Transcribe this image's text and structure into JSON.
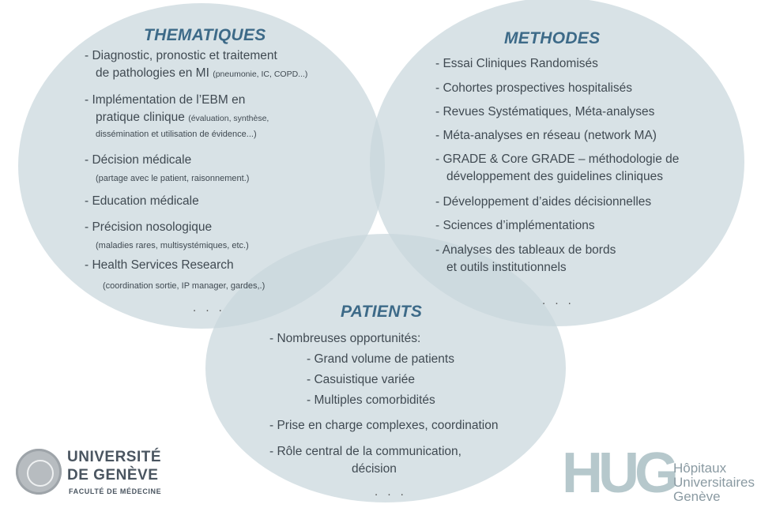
{
  "thematiques": {
    "title": "THEMATIQUES",
    "items": [
      {
        "line1": "- Diagnostic, pronostic et traitement",
        "line2": "de pathologies en MI",
        "note": "(pneumonie, IC, COPD...)"
      },
      {
        "line1": "- Implémentation de l’EBM en",
        "line2": "pratique clinique",
        "note": "(évaluation, synthèse,",
        "note2": "dissémination et utilisation de évidence...)"
      },
      {
        "line1": "- Décision médicale",
        "note": "(partage avec le patient, raisonnement.)"
      },
      {
        "line1": "- Education médicale"
      },
      {
        "line1": "- Précision nosologique",
        "note": "(maladies rares, multisystémiques, etc.)"
      },
      {
        "line1": "- Health Services Research",
        "note": "(coordination sortie, IP manager, gardes,.)"
      }
    ],
    "ellipsis": ". . ."
  },
  "methodes": {
    "title": "METHODES",
    "items": [
      "- Essai Cliniques Randomisés",
      "- Cohortes prospectives hospitalisés",
      "- Revues Systématiques, Méta-analyses",
      "- Méta-analyses en réseau (network MA)",
      "- GRADE & Core GRADE – méthodologie de",
      "développement des guidelines cliniques",
      "- Développement d’aides décisionnelles",
      "- Sciences d’implémentations",
      "- Analyses des tableaux de bords",
      "et outils institutionnels"
    ],
    "ellipsis": ". . ."
  },
  "patients": {
    "title": "PATIENTS",
    "items": [
      "- Nombreuses opportunités:",
      "- Grand volume de patients",
      "- Casuistique variée",
      "- Multiples comorbidités",
      "- Prise en charge complexes, coordination",
      "- Rôle central de la communication,",
      "décision"
    ],
    "ellipsis": ". . ."
  },
  "logos": {
    "unige_line1": "UNIVERSITÉ",
    "unige_line2": "DE GENÈVE",
    "unige_faculty": "FACULTÉ DE MÉDECINE",
    "hug_mark": "HUG",
    "hug_line1": "Hôpitaux",
    "hug_line2": "Universitaires",
    "hug_line3": "Genève"
  },
  "colors": {
    "circle_fill": "#c9d7dd",
    "title_color": "#3d6a88"
  }
}
